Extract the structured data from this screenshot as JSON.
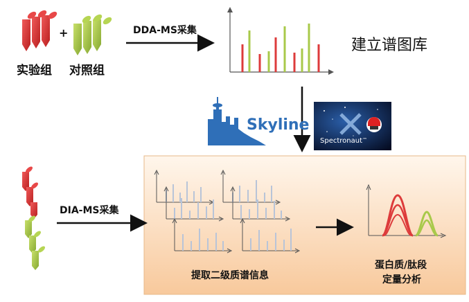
{
  "top": {
    "group_labels": [
      "实验组",
      "对照组"
    ],
    "plus": "+",
    "dda_label": "DDA-MS采集",
    "library_label": "建立谱图库"
  },
  "tools": {
    "skyline": "Skyline",
    "spectronaut": "Spectronaut",
    "spectronaut_tm": "™"
  },
  "bottom": {
    "dia_label": "DIA-MS采集",
    "extract_label": "提取二级质谱信息",
    "quant_label_line1": "蛋白质/肽段",
    "quant_label_line2": "定量分析"
  },
  "colors": {
    "red": "#dd3b3b",
    "green": "#a8c94a",
    "panel_top": "#fff4e8",
    "panel_bottom": "#f9cfa6",
    "skyline_blue": "#2f6fb8",
    "spectronaut_bg": "#0a1a3a"
  }
}
